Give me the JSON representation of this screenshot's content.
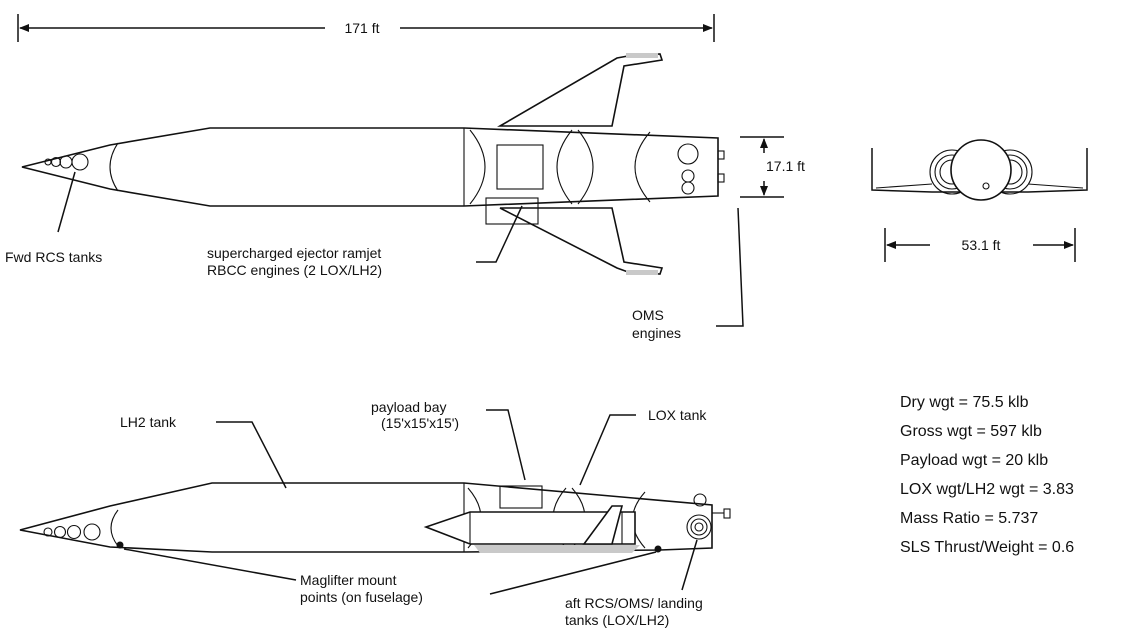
{
  "dimensions": {
    "length": "171 ft",
    "height": "17.1 ft",
    "span": "53.1 ft"
  },
  "top_view_labels": {
    "fwd_rcs": "Fwd RCS tanks",
    "engines_line1": "supercharged ejector ramjet",
    "engines_line2": "RBCC engines (2 LOX/LH2)",
    "oms_line1": "OMS",
    "oms_line2": "engines"
  },
  "side_view_labels": {
    "lh2_tank": "LH2 tank",
    "payload_line1": "payload bay",
    "payload_line2": "(15'x15'x15')",
    "lox_tank": "LOX tank",
    "maglifter_line1": "Maglifter mount",
    "maglifter_line2": "points (on fuselage)",
    "aft_line1": "aft RCS/OMS/ landing",
    "aft_line2": "tanks (LOX/LH2)"
  },
  "specs": [
    "Dry wgt = 75.5 klb",
    "Gross wgt = 597 klb",
    "Payload wgt = 20 klb",
    "LOX wgt/LH2 wgt = 3.83",
    "Mass Ratio = 5.737",
    "SLS Thrust/Weight = 0.6"
  ]
}
